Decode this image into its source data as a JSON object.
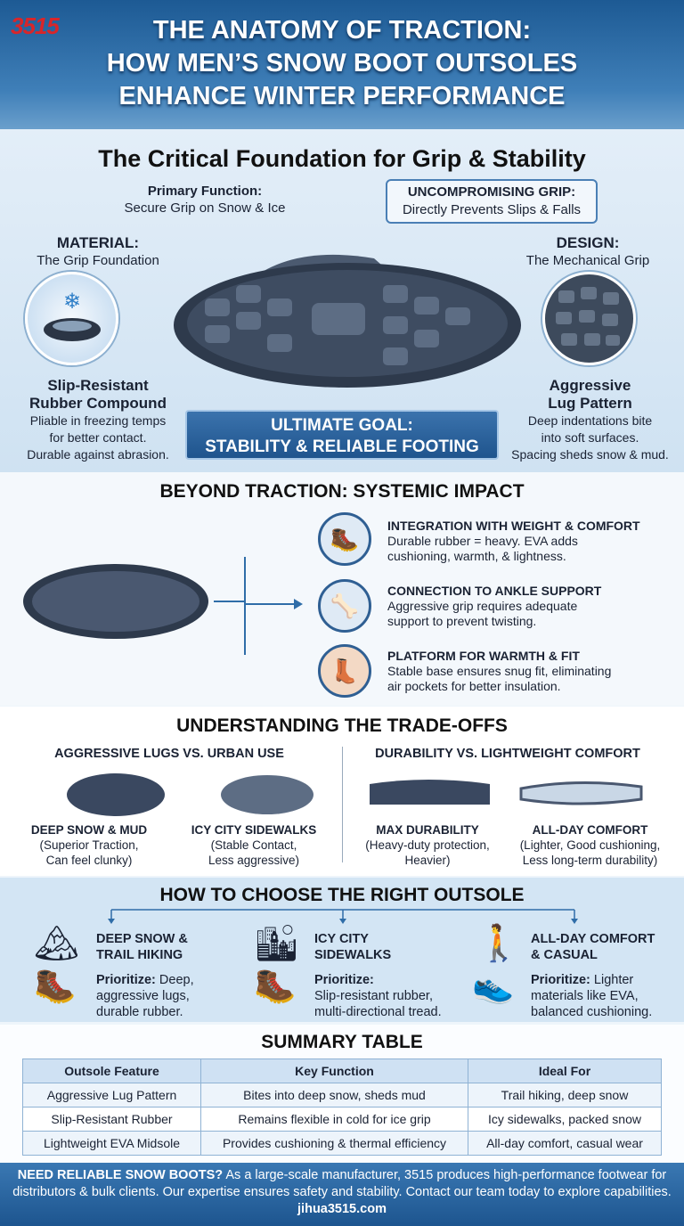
{
  "header": {
    "logo": "3515",
    "title_lines": [
      "THE ANATOMY OF TRACTION:",
      "HOW MEN’S SNOW BOOT OUTSOLES",
      "ENHANCE WINTER PERFORMANCE"
    ]
  },
  "foundation": {
    "heading": "The Critical Foundation for Grip & Stability",
    "primary": {
      "title": "Primary Function:",
      "text": "Secure Grip on Snow & Ice"
    },
    "grip": {
      "title": "UNCOMPROMISING GRIP:",
      "text": "Directly Prevents Slips & Falls"
    },
    "material": {
      "title": "MATERIAL:",
      "text": "The Grip Foundation"
    },
    "design": {
      "title": "DESIGN:",
      "text": "The Mechanical Grip"
    },
    "rubber": {
      "title1": "Slip-Resistant",
      "title2": "Rubber Compound",
      "lines": [
        "Pliable in freezing temps",
        "for better contact.",
        "Durable against abrasion."
      ]
    },
    "lug": {
      "title1": "Aggressive",
      "title2": "Lug Pattern",
      "lines": [
        "Deep indentations bite",
        "into soft surfaces.",
        "Spacing sheds snow & mud."
      ]
    },
    "goal": {
      "line1": "ULTIMATE GOAL:",
      "line2": "STABILITY & RELIABLE FOOTING"
    }
  },
  "impact": {
    "heading": "BEYOND TRACTION: SYSTEMIC IMPACT",
    "items": [
      {
        "title": "INTEGRATION WITH WEIGHT & COMFORT",
        "lines": [
          "Durable rubber = heavy. EVA adds",
          "cushioning, warmth, & lightness."
        ],
        "icon": "boot-feather-dumbbell-icon"
      },
      {
        "title": "CONNECTION TO ANKLE SUPPORT",
        "lines": [
          "Aggressive grip requires adequate",
          "support to prevent twisting."
        ],
        "icon": "ankle-icon"
      },
      {
        "title": "PLATFORM FOR WARMTH & FIT",
        "lines": [
          "Stable base ensures snug fit, eliminating",
          "air pockets for better insulation."
        ],
        "icon": "warm-boot-icon"
      }
    ]
  },
  "tradeoffs": {
    "heading": "UNDERSTANDING THE TRADE-OFFS",
    "left": {
      "title": "AGGRESSIVE LUGS VS. URBAN USE",
      "items": [
        {
          "title": "DEEP SNOW & MUD",
          "lines": [
            "(Superior Traction,",
            "Can feel clunky)"
          ]
        },
        {
          "title": "ICY CITY SIDEWALKS",
          "lines": [
            "(Stable Contact,",
            "Less aggressive)"
          ]
        }
      ]
    },
    "right": {
      "title": "DURABILITY VS. LIGHTWEIGHT COMFORT",
      "items": [
        {
          "title": "MAX DURABILITY",
          "lines": [
            "(Heavy-duty protection,",
            "Heavier)"
          ]
        },
        {
          "title": "ALL-DAY COMFORT",
          "lines": [
            "(Lighter, Good cushioning,",
            "Less long-term durability)"
          ]
        }
      ]
    }
  },
  "choose": {
    "heading": "HOW TO CHOOSE THE RIGHT OUTSOLE",
    "items": [
      {
        "title1": "DEEP SNOW &",
        "title2": "TRAIL HIKING",
        "prefix": "Prioritize:",
        "lines": [
          " Deep,",
          "aggressive lugs,",
          "durable rubber."
        ],
        "icon": "mountain-icon"
      },
      {
        "title1": "ICY CITY",
        "title2": "SIDEWALKS",
        "prefix": "Prioritize:",
        "lines": [
          "",
          "Slip-resistant rubber,",
          "multi-directional tread."
        ],
        "icon": "city-icon"
      },
      {
        "title1": "ALL-DAY COMFORT",
        "title2": "& CASUAL",
        "prefix": "Prioritize:",
        "lines": [
          " Lighter",
          "materials like EVA,",
          "balanced cushioning."
        ],
        "icon": "walking-person-icon"
      }
    ]
  },
  "summary": {
    "heading": "SUMMARY TABLE",
    "columns": [
      "Outsole Feature",
      "Key Function",
      "Ideal For"
    ],
    "rows": [
      [
        "Aggressive Lug Pattern",
        "Bites into deep snow, sheds mud",
        "Trail hiking, deep snow"
      ],
      [
        "Slip-Resistant Rubber",
        "Remains flexible in cold for ice grip",
        "Icy sidewalks, packed snow"
      ],
      [
        "Lightweight EVA Midsole",
        "Provides cushioning & thermal efficiency",
        "All-day comfort, casual wear"
      ]
    ]
  },
  "footer": {
    "lead": "NEED RELIABLE SNOW BOOTS?",
    "text1": " As a large-scale manufacturer, 3515 produces high-performance footwear for",
    "text2": "distributors & bulk clients. Our expertise ensures safety and stability. Contact our team today to explore capabilities.",
    "url": "jihua3515.com"
  },
  "colors": {
    "header": "#1d5a94",
    "accent": "#2f5f93",
    "logo": "#d8262a"
  }
}
